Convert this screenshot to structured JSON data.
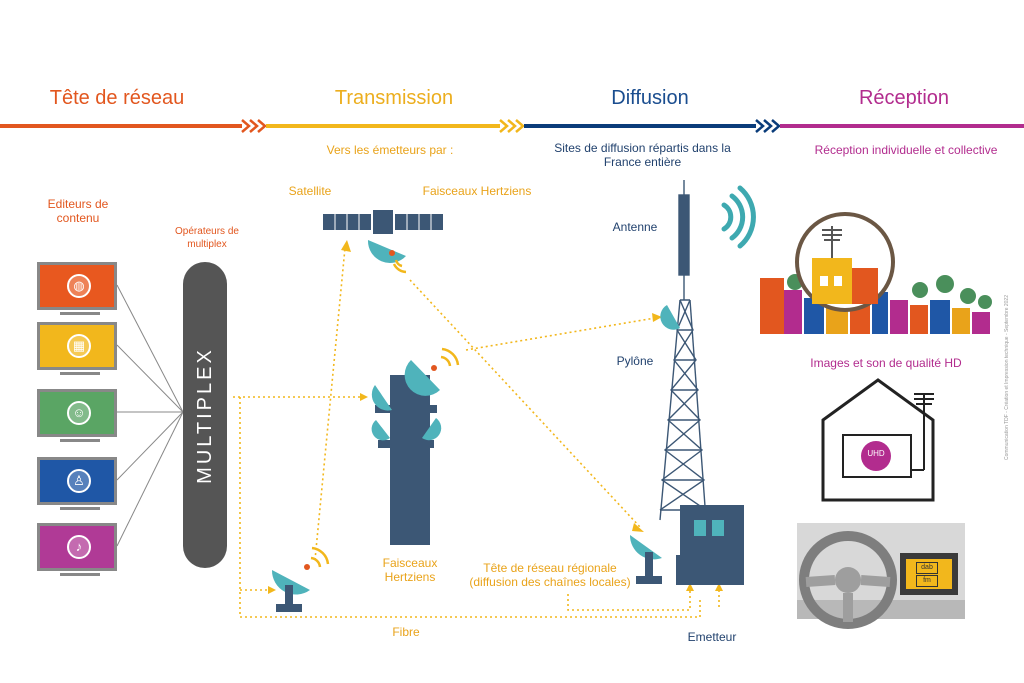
{
  "stages": {
    "head_end": "Tête de réseau",
    "transmission": "Transmission",
    "diffusion": "Diffusion",
    "reception": "Réception"
  },
  "colors": {
    "orange": "#e2571f",
    "yellow": "#f2b71c",
    "blue": "#0a3c7a",
    "purple": "#b22c8e",
    "teal": "#3ea9b0",
    "slate": "#3c5775"
  },
  "labels": {
    "editors": "Editeurs de contenu",
    "operators": "Opérateurs de multiplex",
    "multiplex": "MULTIPLEX",
    "vers_emetteurs": "Vers les émetteurs par :",
    "satellite": "Satellite",
    "faisceaux_top": "Faisceaux Hertziens",
    "sites": "Sites de diffusion répartis dans la France entière",
    "antenne": "Antenne",
    "pylone": "Pylône",
    "faisceaux_tower": "Faisceaux Hertziens",
    "tete_regionale": "Tête de réseau régionale (diffusion des chaînes locales)",
    "fibre": "Fibre",
    "emetteur": "Emetteur",
    "reception_type": "Réception individuelle et collective",
    "hd": "Images et son de qualité HD",
    "uhd": "UHD",
    "dab": "dab",
    "fm": "fm",
    "credit": "Communication TDF - Création et Impression technique - Septembre 2022"
  },
  "channels": [
    {
      "color": "#e8581f",
      "icon": "sport-ball-icon",
      "glyph": "◍"
    },
    {
      "color": "#f2b71c",
      "icon": "film-reel-icon",
      "glyph": "▦"
    },
    {
      "color": "#5aa564",
      "icon": "kids-cartoon-icon",
      "glyph": "☺"
    },
    {
      "color": "#1f57a6",
      "icon": "news-presenter-icon",
      "glyph": "♙"
    },
    {
      "color": "#b03a96",
      "icon": "microphone-icon",
      "glyph": "♪"
    }
  ]
}
